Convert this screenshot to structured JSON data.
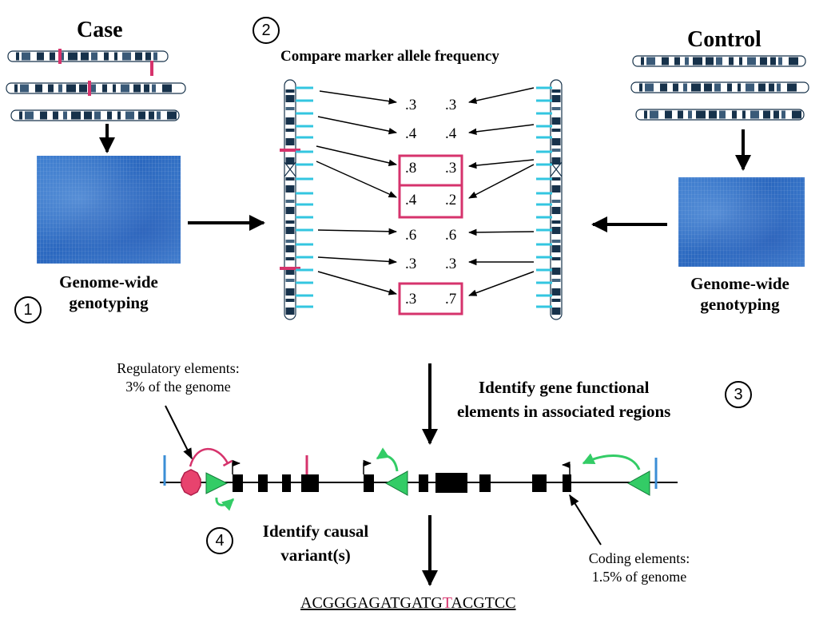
{
  "case_panel": {
    "title": "Case",
    "label": "Genome-wide\ngenotyping",
    "step": "1"
  },
  "control_panel": {
    "title": "Control",
    "label": "Genome-wide\ngenotyping"
  },
  "compare_panel": {
    "step": "2",
    "title": "Compare marker allele frequency",
    "rows": [
      {
        "case": ".3",
        "control": ".3",
        "highlighted": false
      },
      {
        "case": ".4",
        "control": ".4",
        "highlighted": false
      },
      {
        "case": ".8",
        "control": ".3",
        "highlighted": true
      },
      {
        "case": ".4",
        "control": ".2",
        "highlighted": true
      },
      {
        "case": ".6",
        "control": ".6",
        "highlighted": false
      },
      {
        "case": ".3",
        "control": ".3",
        "highlighted": false
      },
      {
        "case": ".3",
        "control": ".7",
        "highlighted": true
      }
    ]
  },
  "functional_panel": {
    "step": "3",
    "title": "Identify gene functional\nelements in associated regions",
    "regulatory_note": "Regulatory elements:\n3% of the genome",
    "coding_note": "Coding elements:\n1.5% of genome"
  },
  "causal_panel": {
    "step": "4",
    "title": "Identify causal\nvariant(s)",
    "sequence_before": "ACGGGAGATGATG",
    "variant_base": "T",
    "sequence_after": "ACGTCC"
  },
  "colors": {
    "highlight": "#d6336c",
    "marker_tick": "#33c6e0",
    "element_arrow": "#33cc66",
    "boundary": "#3b8ed6",
    "array": "#2f6fc6"
  }
}
